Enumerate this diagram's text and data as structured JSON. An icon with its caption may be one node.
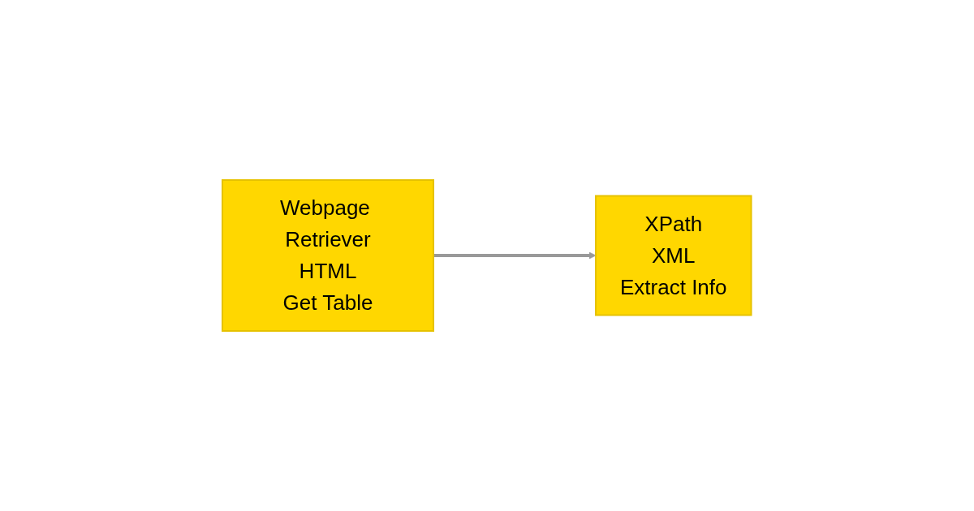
{
  "diagram": {
    "nodes": [
      {
        "text": [
          "Webpage Retriever",
          "HTML",
          "Get Table"
        ]
      },
      {
        "text": [
          "XPath",
          "XML",
          "Extract Info"
        ]
      }
    ],
    "edges": [
      {
        "from": 0,
        "to": 1,
        "arrow": "to"
      }
    ]
  }
}
